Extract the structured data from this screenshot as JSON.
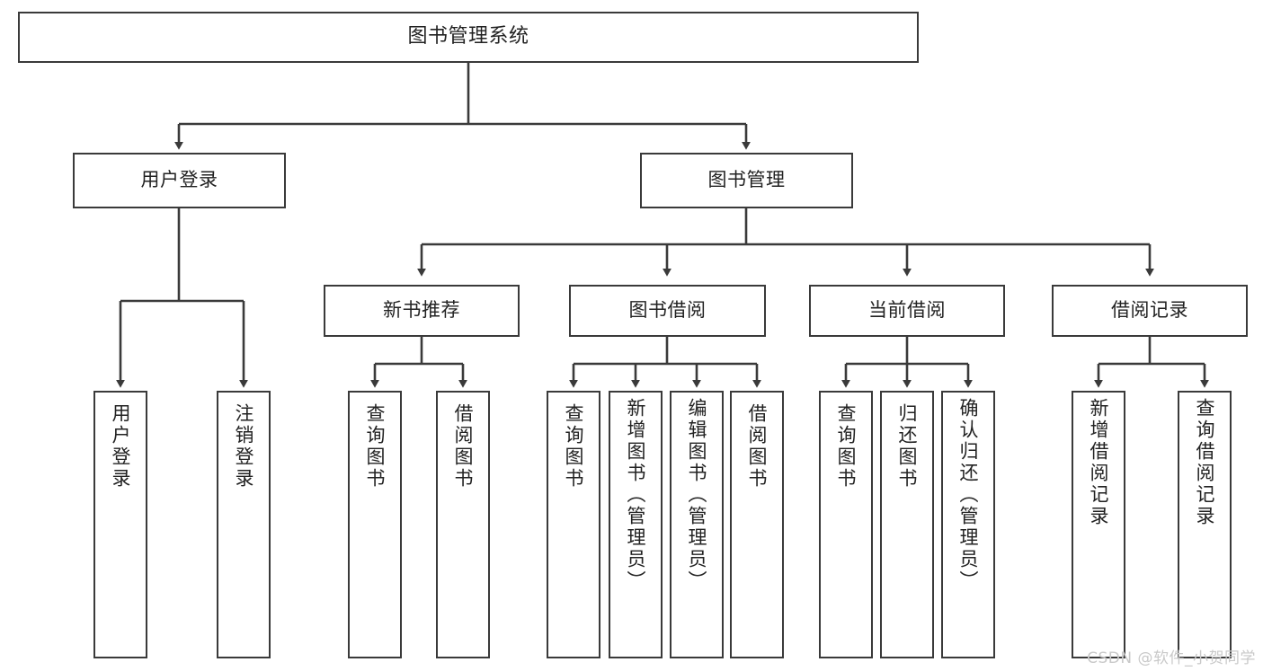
{
  "diagram": {
    "title": "图书管理系统",
    "type": "tree-hierarchy",
    "root": {
      "label": "图书管理系统"
    },
    "level2": [
      {
        "label": "用户登录"
      },
      {
        "label": "图书管理"
      }
    ],
    "level3": [
      {
        "label": "新书推荐"
      },
      {
        "label": "图书借阅"
      },
      {
        "label": "当前借阅"
      },
      {
        "label": "借阅记录"
      }
    ],
    "leaves": {
      "user_login": [
        {
          "label": "用户登录"
        },
        {
          "label": "注销登录"
        }
      ],
      "new_book_recommend": [
        {
          "label": "查询图书"
        },
        {
          "label": "借阅图书"
        }
      ],
      "book_borrow": [
        {
          "label": "查询图书"
        },
        {
          "label": "新增图书（管理员）"
        },
        {
          "label": "编辑图书（管理员）"
        },
        {
          "label": "借阅图书"
        }
      ],
      "current_borrow": [
        {
          "label": "查询图书"
        },
        {
          "label": "归还图书"
        },
        {
          "label": "确认归还（管理员）"
        }
      ],
      "borrow_record": [
        {
          "label": "新增借阅记录"
        },
        {
          "label": "查询借阅记录"
        }
      ]
    }
  },
  "watermark": {
    "text": "CSDN @软件_小贺同学"
  },
  "colors": {
    "border": "#3a3a3a",
    "background": "#ffffff",
    "text": "#222222",
    "watermark": "#c9c9c9"
  }
}
